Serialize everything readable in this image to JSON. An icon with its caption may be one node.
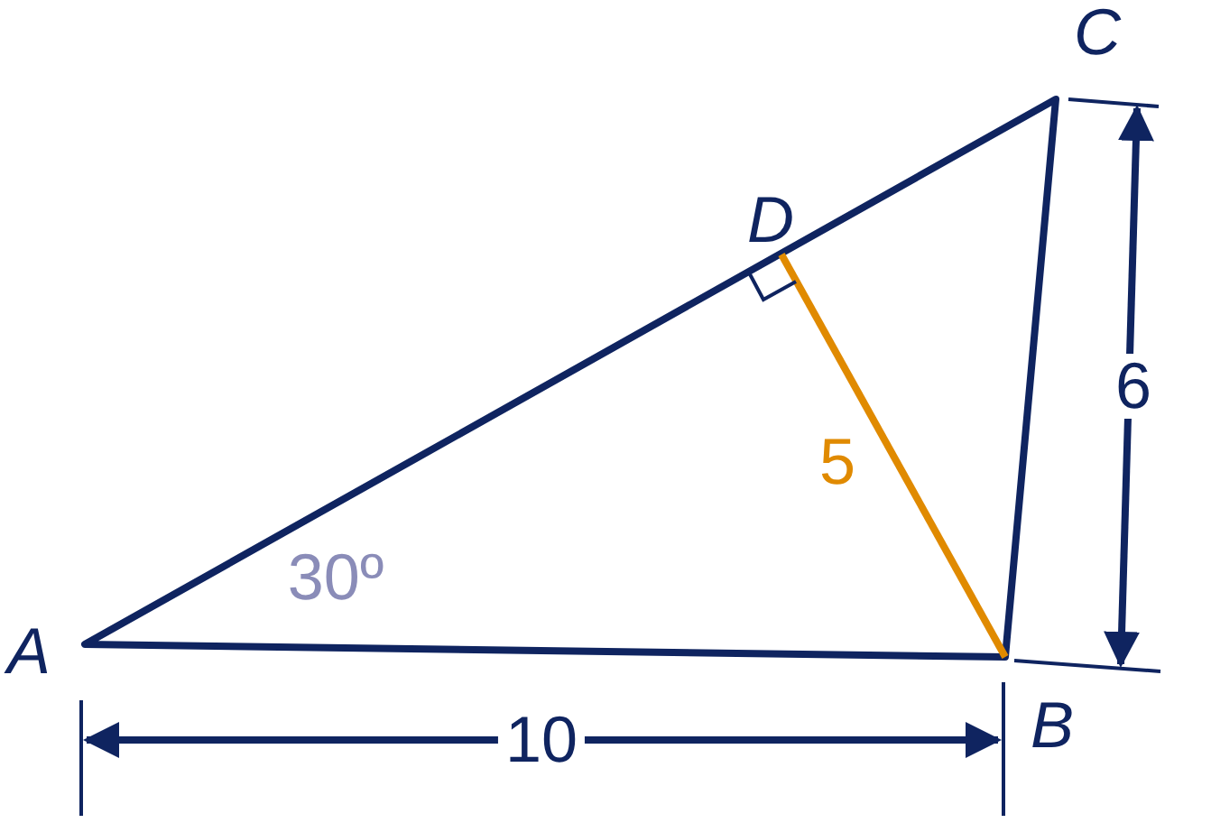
{
  "diagram": {
    "labels": [
      "C",
      "D",
      "5",
      "6",
      "30º",
      "A",
      "B",
      "10"
    ]
  }
}
